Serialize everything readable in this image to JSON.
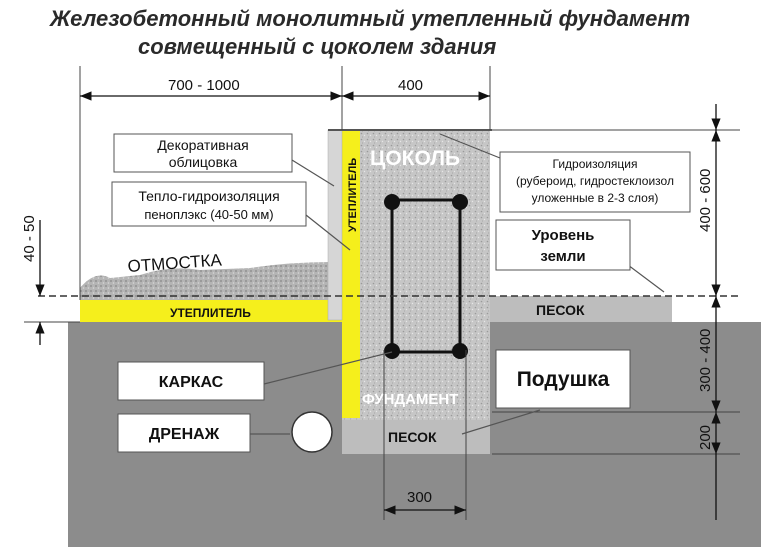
{
  "title": {
    "line1": "Железобетонный монолитный утепленный фундамент",
    "line2": "совмещенный с цоколем здания"
  },
  "dimensions": {
    "top_left": "700 - 1000",
    "top_right": "400",
    "left_side": "40 - 50",
    "right_upper": "400 - 600",
    "right_middle": "300 - 400",
    "right_lower": "200",
    "bottom": "300"
  },
  "labels": {
    "decorative_line1": "Декоративная",
    "decorative_line2": "облицовка",
    "insulation_line1": "Тепло-гидроизоляция",
    "insulation_line2": "пеноплэкс (40-50 мм)",
    "otmostka": "ОТМОСТКА",
    "uteplitel_vertical": "УТЕПЛИТЕЛЬ",
    "uteplitel_horizontal": "УТЕПЛИТЕЛЬ",
    "tsokol": "ЦОКОЛЬ",
    "fundament": "ФУНДАМЕНТ",
    "waterproof_line1": "Гидроизоляция",
    "waterproof_line2": "(рубероид, гидростеклоизол",
    "waterproof_line3": "уложенные в 2-3 слоя)",
    "ground_line1": "Уровень",
    "ground_line2": "земли",
    "pesok_right": "ПЕСОК",
    "pesok_bottom": "ПЕСОК",
    "karkas": "КАРКАС",
    "drenazh": "ДРЕНАЖ",
    "podushka": "Подушка"
  },
  "colors": {
    "insulation": "#f5ef1c",
    "ground": "#8c8c8c",
    "concrete": "#c4c4c4",
    "sand": "#bdbdbd",
    "rebar": "#111111"
  }
}
